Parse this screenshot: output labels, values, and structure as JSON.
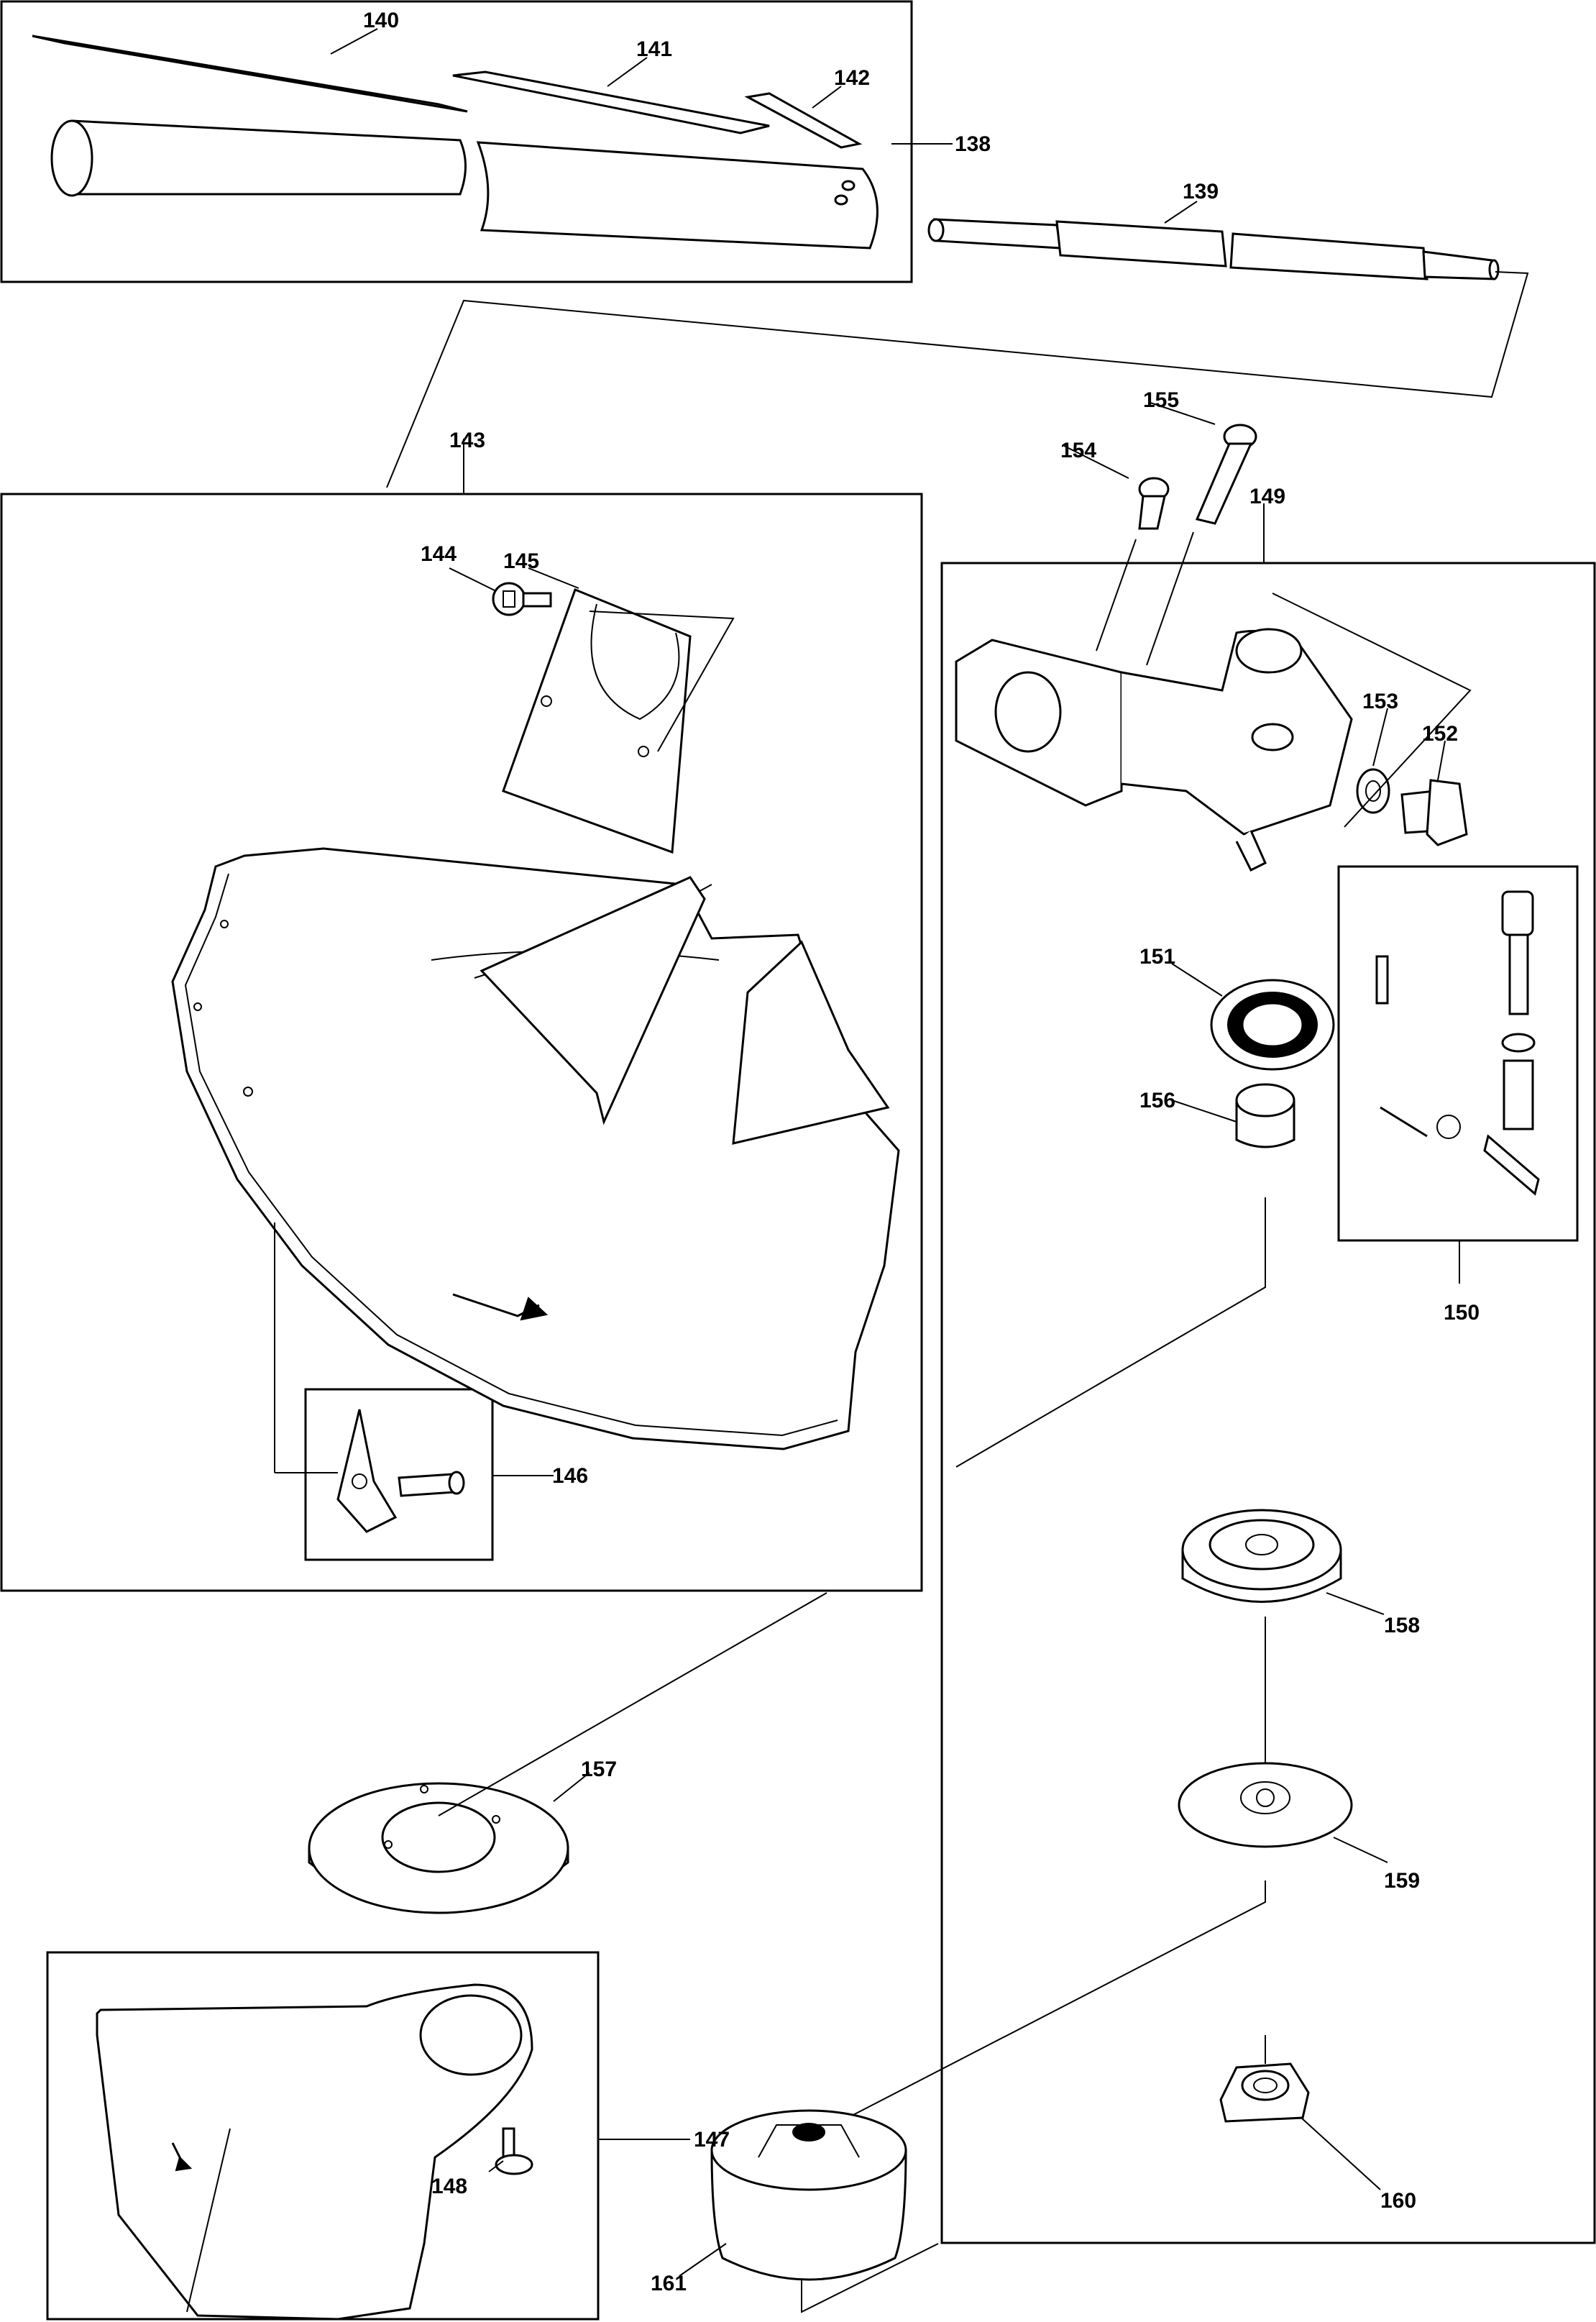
{
  "diagram": {
    "parts": [
      {
        "ref": "138"
      },
      {
        "ref": "139"
      },
      {
        "ref": "140"
      },
      {
        "ref": "141"
      },
      {
        "ref": "142"
      },
      {
        "ref": "143"
      },
      {
        "ref": "144"
      },
      {
        "ref": "145"
      },
      {
        "ref": "146"
      },
      {
        "ref": "147"
      },
      {
        "ref": "148"
      },
      {
        "ref": "149"
      },
      {
        "ref": "150"
      },
      {
        "ref": "151"
      },
      {
        "ref": "152"
      },
      {
        "ref": "153"
      },
      {
        "ref": "154"
      },
      {
        "ref": "155"
      },
      {
        "ref": "156"
      },
      {
        "ref": "157"
      },
      {
        "ref": "158"
      },
      {
        "ref": "159"
      },
      {
        "ref": "160"
      },
      {
        "ref": "161"
      }
    ]
  }
}
